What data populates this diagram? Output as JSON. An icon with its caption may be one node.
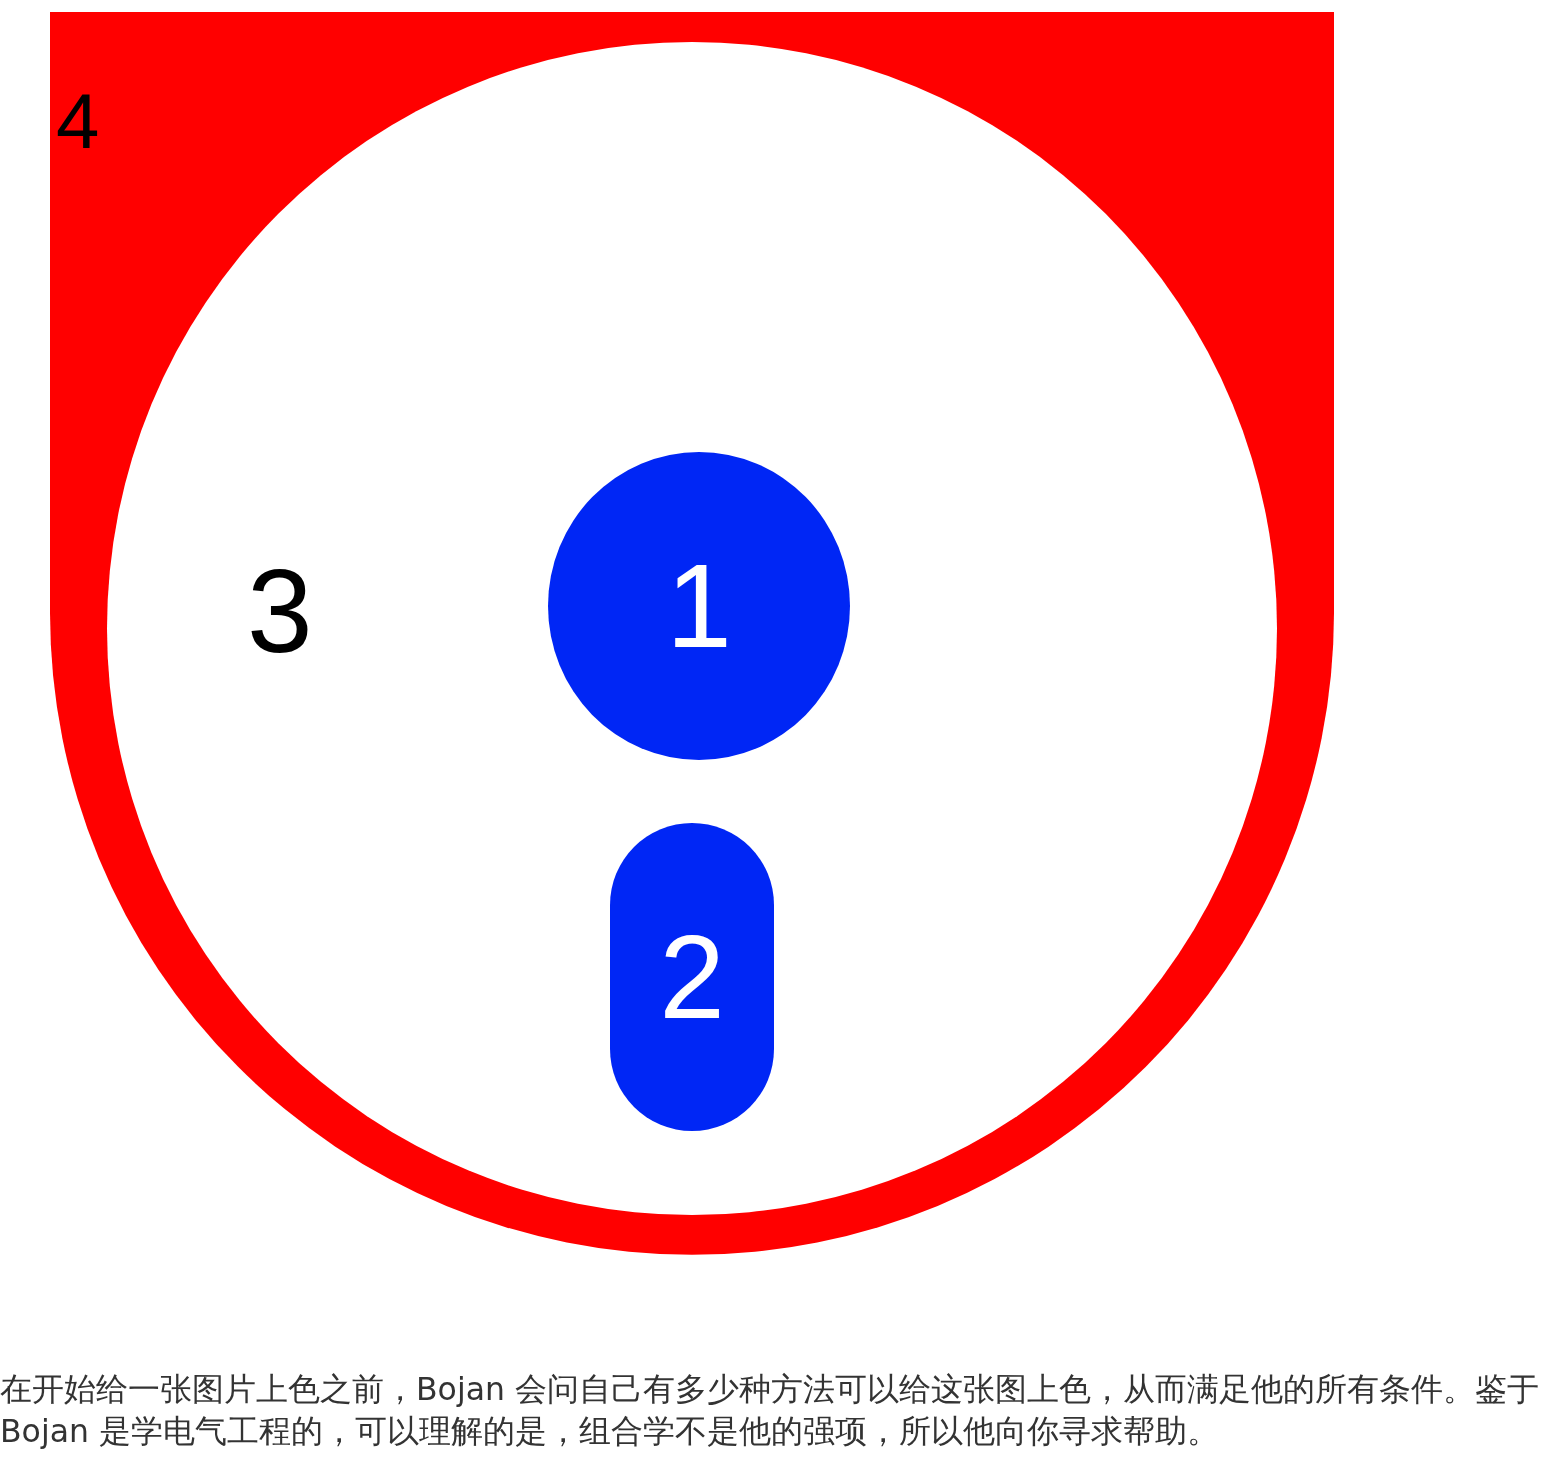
{
  "diagram": {
    "nodes": [
      {
        "text": [
          "4"
        ]
      },
      {
        "text": [
          "3"
        ],
        "in": 0
      },
      {
        "text": [
          "1"
        ],
        "in": 1
      },
      {
        "text": [
          "2"
        ],
        "in": 1
      }
    ],
    "edges": [],
    "caption": "在开始给一张图片上色之前，Bojan 会问自己有多少种方法可以给这张图上色，从而满足他的所有条件。鉴于 Bojan 是学电气工程的，可以理解的是，组合学不是他的强项，所以他向你寻求帮助。"
  }
}
